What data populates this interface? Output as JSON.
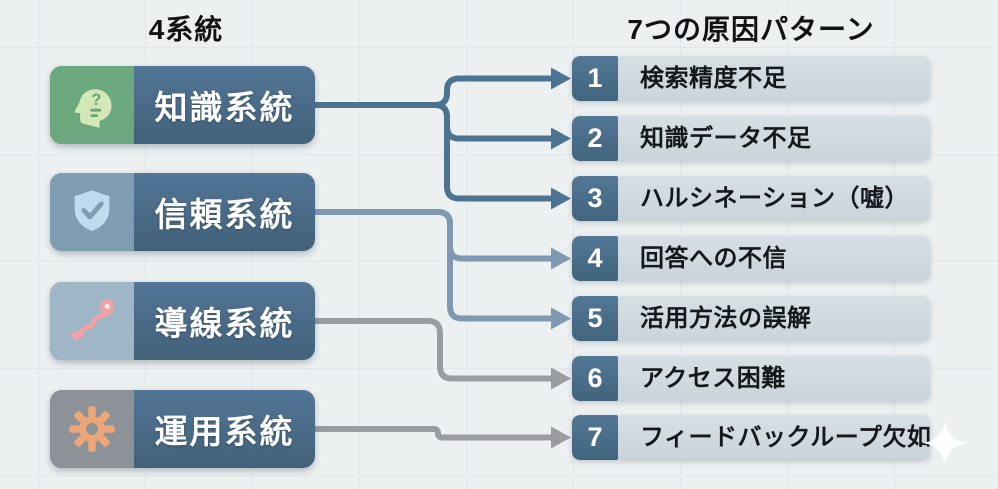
{
  "left_column": {
    "title": "4系統",
    "systems": [
      {
        "id": "knowledge",
        "label": "知識系統",
        "icon": "head-question-icon"
      },
      {
        "id": "trust",
        "label": "信頼系統",
        "icon": "shield-check-icon"
      },
      {
        "id": "guidance",
        "label": "導線系統",
        "icon": "route-icon"
      },
      {
        "id": "operation",
        "label": "運用系統",
        "icon": "gear-icon"
      }
    ]
  },
  "right_column": {
    "title": "7つの原因パターン",
    "patterns": [
      {
        "number": "1",
        "label": "検索精度不足"
      },
      {
        "number": "2",
        "label": "知識データ不足"
      },
      {
        "number": "3",
        "label": "ハルシネーション（嘘）"
      },
      {
        "number": "4",
        "label": "回答への不信"
      },
      {
        "number": "5",
        "label": "活用方法の誤解"
      },
      {
        "number": "6",
        "label": "アクセス困難"
      },
      {
        "number": "7",
        "label": "フィードバックループ欠如"
      }
    ]
  },
  "edges": [
    {
      "from": "knowledge",
      "to": "1",
      "color": "#4d7392"
    },
    {
      "from": "knowledge",
      "to": "2",
      "color": "#4d7392"
    },
    {
      "from": "knowledge",
      "to": "3",
      "color": "#4d7392"
    },
    {
      "from": "trust",
      "to": "4",
      "color": "#7e99b1"
    },
    {
      "from": "trust",
      "to": "5",
      "color": "#7e99b1"
    },
    {
      "from": "guidance",
      "to": "6",
      "color": "#9a9da0"
    },
    {
      "from": "operation",
      "to": "7",
      "color": "#9a9da0"
    }
  ],
  "colors": {
    "background": "#edf0f1",
    "system_box": "#4a6e88",
    "pattern_badge": "#4a7086",
    "pattern_bar": "#cfd9df",
    "edge_knowledge": "#4d7392",
    "edge_trust": "#7e99b1",
    "edge_gray": "#9a9da0",
    "icon_knowledge_bg": "#6ba87d",
    "icon_trust_bg": "#7e9cb2",
    "icon_guidance_bg": "#9fb6c6",
    "icon_operation_bg": "#8d9298"
  }
}
